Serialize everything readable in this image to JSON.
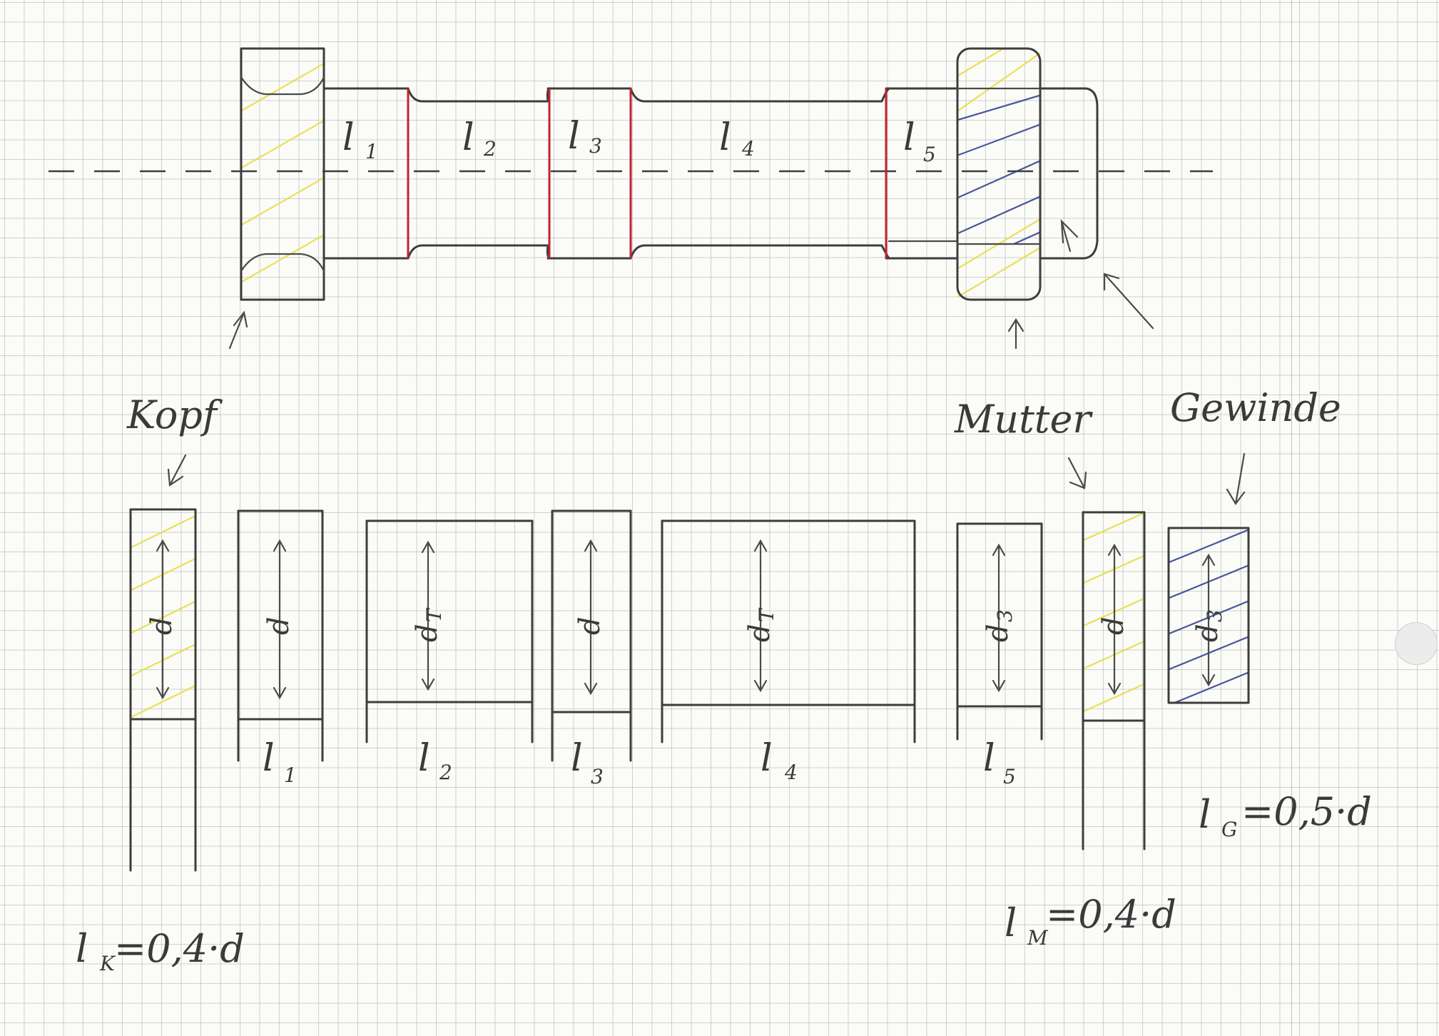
{
  "labels": {
    "kopf": "Kopf",
    "mutter": "Mutter",
    "gewinde": "Gewinde"
  },
  "segments": [
    {
      "letter": "l",
      "sub": "1"
    },
    {
      "letter": "l",
      "sub": "2"
    },
    {
      "letter": "l",
      "sub": "3"
    },
    {
      "letter": "l",
      "sub": "4"
    },
    {
      "letter": "l",
      "sub": "5"
    }
  ],
  "diameters": {
    "kopf": "d",
    "s1": "d",
    "s2": "d",
    "s2_sub": "T",
    "s3": "d",
    "s4": "d",
    "s4_sub": "T",
    "s5": "d",
    "s5_sub": "3",
    "mutter": "d",
    "gewinde": "d",
    "gewinde_sub": "3"
  },
  "formulas": {
    "lk": {
      "letter": "l",
      "sub": "K",
      "rhs": "=0,4·d"
    },
    "lm": {
      "letter": "l",
      "sub": "M",
      "rhs": "=0,4·d"
    },
    "lg": {
      "letter": "l",
      "sub": "G",
      "rhs": "=0,5·d"
    }
  },
  "colors": {
    "ink": "#3d3d3d",
    "red": "#c8202e",
    "yellow": "#e8dc3a",
    "blue": "#2a3a8c",
    "grid": "#9aa09b"
  }
}
